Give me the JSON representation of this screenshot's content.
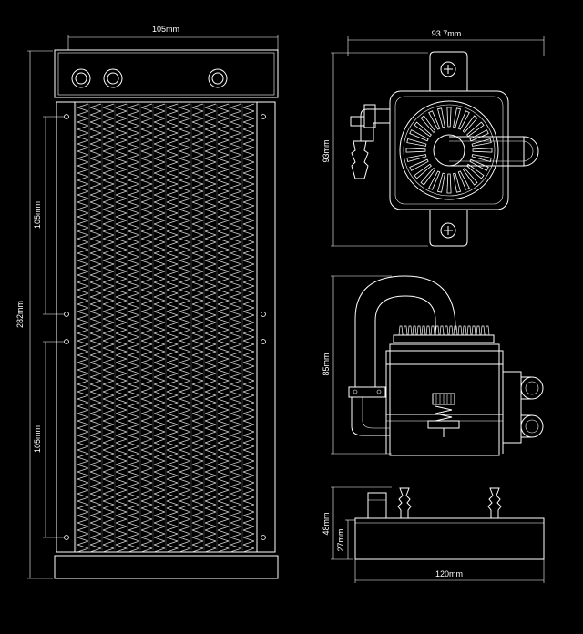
{
  "dimensions": {
    "radiator_width": "105mm",
    "radiator_height": "282mm",
    "radiator_spacing_top": "105mm",
    "radiator_spacing_bottom": "105mm",
    "pump_width": "93.7mm",
    "pump_depth": "93mm",
    "pump_height": "85mm",
    "base_height_total": "48mm",
    "base_height_body": "27mm",
    "base_width": "120mm"
  },
  "colors": {
    "background": "#000000",
    "line": "#ffffff"
  }
}
